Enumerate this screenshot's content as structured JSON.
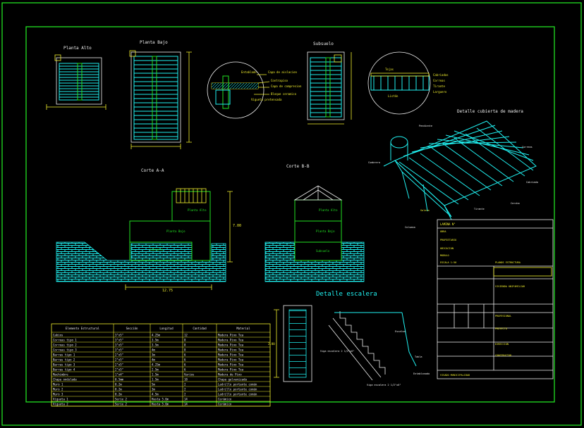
{
  "views": {
    "planta_alto": "Planta Alto",
    "planta_bajo": "Planta Bajo",
    "subsuelo": "Subsuelo",
    "corte_aa": "Corte A-A",
    "corte_bb": "Corte B-B",
    "detalle_cubierta": "Detalle cubierta de madera",
    "detalle_escalera": "Detalle escalera"
  },
  "dimensions": {
    "corte_aa_width": "12.75",
    "corte_aa_height": "7.00",
    "escalera_height": "2.80"
  },
  "callouts": {
    "dintel": [
      "Entablado",
      "Capa de aislacion",
      "Contrapiso",
      "Capa de compresion",
      "Bloque ceramico",
      "Vigueta pretensada"
    ],
    "cubierta_section": [
      "Tejas",
      "Cabriadas",
      "Correas",
      "Tirante",
      "Larguero",
      "Listón"
    ],
    "cubierta_3d": [
      "Pendiente",
      "Cabriada",
      "Correas",
      "Cumbrera",
      "Tirante",
      "Solera",
      "Columna",
      "Cercha"
    ],
    "escalera": [
      "Viga escalera 2 1/2\"x6\"",
      "Tabla",
      "Viga escalera 2 1/2\"x6\"",
      "Entablonado",
      "Escalon"
    ],
    "rooms_aa": [
      "Planta Alto",
      "Planta Bajo",
      "Subsuelo"
    ],
    "rooms_bb": [
      "Planta Alto",
      "Planta Bajo",
      "Subsuelo"
    ]
  },
  "table": {
    "headers": [
      "Elemento Estructural",
      "Sección",
      "Longitud",
      "Cantidad",
      "Material"
    ],
    "rows": [
      [
        "Cabios",
        "3\"x5\"",
        "4.25m",
        "12",
        "Madera Pino Tea"
      ],
      [
        "Correas tipo 1",
        "3\"x5\"",
        "3.5m",
        "8",
        "Madera Pino Tea"
      ],
      [
        "Correas tipo 2",
        "3\"x5\"",
        "3.5m",
        "8",
        "Madera Pino Tea"
      ],
      [
        "Correas tipo 3",
        "3\"x5\"",
        "4m",
        "8",
        "Madera Pino Tea"
      ],
      [
        "Barras tipo 1",
        "2\"x5\"",
        "3m",
        "6",
        "Madera Pino Tea"
      ],
      [
        "Barras tipo 2",
        "2\"x5\"",
        "4m",
        "6",
        "Madera Pino Tea"
      ],
      [
        "Barras tipo 3",
        "2\"x5\"",
        "4.25m",
        "6",
        "Madera Pino Tea"
      ],
      [
        "Barras tipo 4",
        "2\"x5\"",
        "2.5m",
        "6",
        "Madera Pino Tea"
      ],
      [
        "Machimbre",
        "1\"x4\"",
        "1.5m",
        "Varios",
        "Madera de Pino"
      ],
      [
        "Chapa ondulada",
        "0.5mm",
        "1.5m",
        "18",
        "Chapa galvanizada"
      ],
      [
        "Muro 1",
        "0.2m",
        "5m",
        "2",
        "Ladrillo portante común"
      ],
      [
        "Muro 2",
        "0.2m",
        "3m",
        "2",
        "Ladrillo portante común"
      ],
      [
        "Muro 3",
        "0.2m",
        "4.5m",
        "2",
        "Ladrillo portante común"
      ],
      [
        "Vigueta 1",
        "Serie 2",
        "Hasta 5.6m",
        "14",
        "Cerámico"
      ],
      [
        "Vigueta 2",
        "Serie 2",
        "Hasta 5.6m",
        "14",
        "Cerámico"
      ]
    ]
  },
  "title_block": {
    "lamina": "LAMINA N°",
    "lines": [
      "OBRA",
      "PROPIETARIO",
      "UBICACION",
      "MODULO",
      "ESCALA 1:50"
    ],
    "right_lines": [
      "PLANOS ESTRUCTURA"
    ],
    "bottom": [
      "VIVIENDA UNIFAMILIAR",
      "PROFESIONAL",
      "PROYECTO",
      "DIRECCION",
      "CONSTRUCTOR",
      "VISADO MUNICIPALIDAD"
    ]
  },
  "colors": {
    "frame": "#22e022",
    "cyan": "#20f0f0",
    "yellow": "#f2ef2e",
    "white": "#f0f0f0",
    "background": "#000000"
  }
}
